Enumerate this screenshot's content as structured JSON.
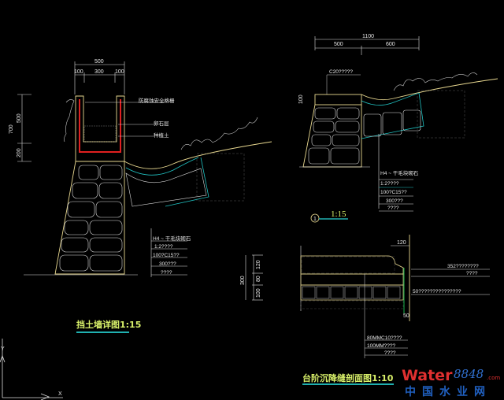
{
  "left_detail": {
    "dims_top": {
      "total": "500",
      "a": "100",
      "b": "300",
      "c": "100"
    },
    "dims_side": {
      "total": "700",
      "upper": "500",
      "lower": "200"
    },
    "callouts": [
      "防腐蚀安全格栅",
      "卵石层",
      "种植土"
    ],
    "layer_table": [
      "H4 ~ 干毛块砌石",
      "1:2????",
      "100?C15??",
      "300???",
      "????"
    ],
    "title": "挡土墙详图1:15"
  },
  "right_detail": {
    "dims_top": {
      "total": "1100",
      "a": "500",
      "b": "600"
    },
    "dim_side": "100",
    "callout": "C20?????",
    "layer_table": [
      "H4 ~ 干毛块砌石",
      "1:2????",
      "100?C15??",
      "300???",
      "????"
    ],
    "section_mark": "1",
    "scale": "1:15"
  },
  "bottom_detail": {
    "dim_top": "120",
    "dim_bottom": "50",
    "dims_side": {
      "total": "300",
      "a": "120",
      "b": "80",
      "c": "100"
    },
    "callouts_right": [
      "352????????",
      "????",
      "50???????????????"
    ],
    "layer_table": [
      "80MMC10????",
      "100MM????",
      "????"
    ],
    "title": "台阶沉降缝剖面图1:10"
  },
  "ucs": {
    "y_label": "Y",
    "x_label": "X"
  },
  "watermark": {
    "brand": "Water",
    "number": "8848",
    "domain": ".com",
    "cn": "中国水业网"
  },
  "colors": {
    "background": "#000000",
    "yellow": "#e8d890",
    "red": "#e02020",
    "cyan": "#20c0c0",
    "green": "#20e060",
    "title": "#d8f06a"
  }
}
